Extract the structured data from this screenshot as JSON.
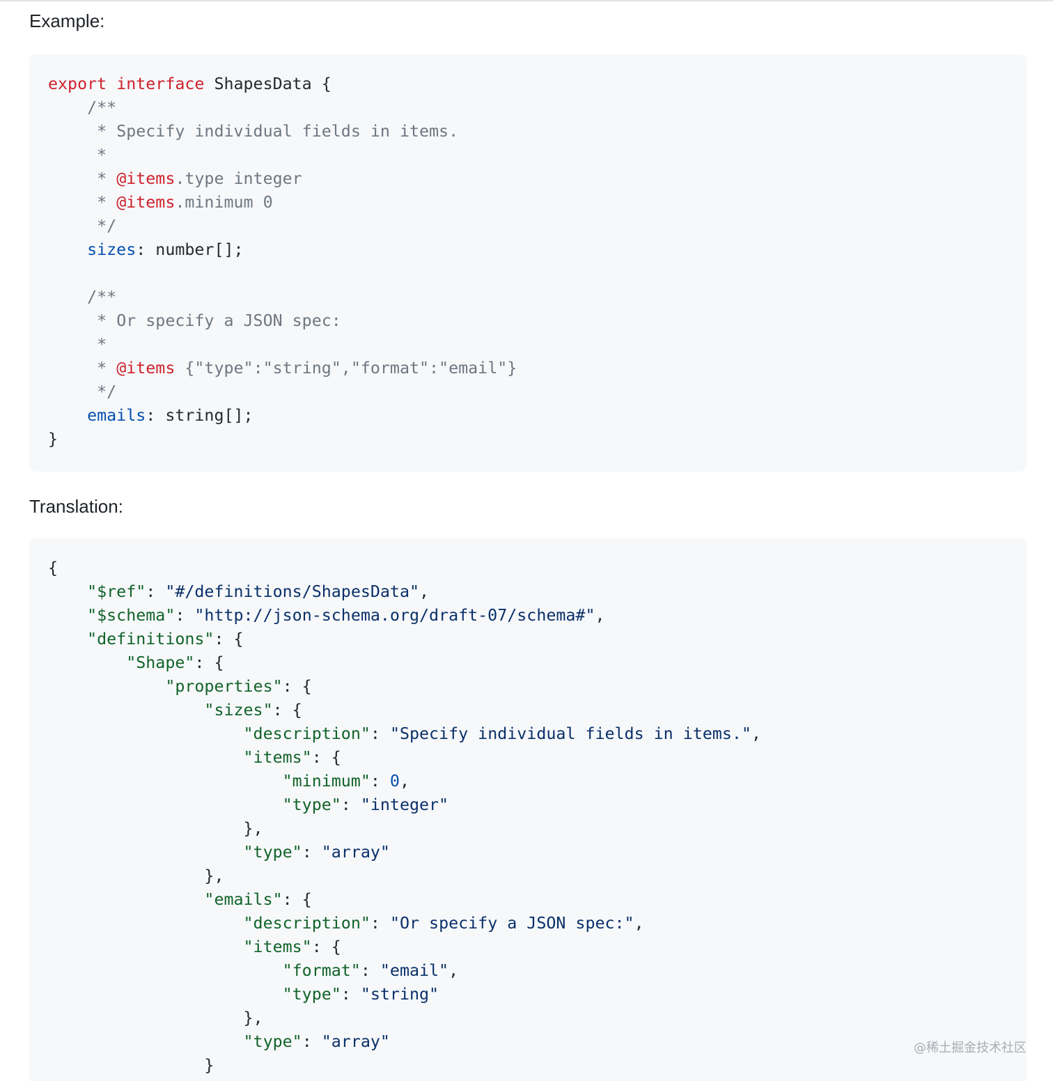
{
  "headings": {
    "example": "Example:",
    "translation": "Translation:"
  },
  "example_code": {
    "l1": {
      "kw1": "export",
      "kw2": "interface",
      "name": "ShapesData",
      "brace": "{"
    },
    "c1_open": "/**",
    "c1_desc": "* Specify individual fields in items.",
    "c1_blank": "*",
    "c1_tag1_star": "* ",
    "c1_tag1": "@items",
    "c1_tag1_rest": ".type integer",
    "c1_tag2_star": "* ",
    "c1_tag2": "@items",
    "c1_tag2_rest": ".minimum 0",
    "c1_close": "*/",
    "sizes_name": "sizes",
    "sizes_type": ": number[];",
    "c2_open": "/**",
    "c2_desc": "* Or specify a JSON spec:",
    "c2_blank": "*",
    "c2_tag_star": "* ",
    "c2_tag": "@items",
    "c2_tag_rest": " {\"type\":\"string\",\"format\":\"email\"}",
    "c2_close": "*/",
    "emails_name": "emails",
    "emails_type": ": string[];",
    "close": "}"
  },
  "translation_code": {
    "open": "{",
    "ref_key": "\"$ref\"",
    "ref_val": "\"#/definitions/ShapesData\"",
    "schema_key": "\"$schema\"",
    "schema_val": "\"http://json-schema.org/draft-07/schema#\"",
    "defs_key": "\"definitions\"",
    "shape_key": "\"Shape\"",
    "props_key": "\"properties\"",
    "sizes_key": "\"sizes\"",
    "desc_key": "\"description\"",
    "sizes_desc": "\"Specify individual fields in items.\"",
    "items_key": "\"items\"",
    "minimum_key": "\"minimum\"",
    "minimum_val": "0",
    "type_key": "\"type\"",
    "integer_val": "\"integer\"",
    "array_val": "\"array\"",
    "emails_key": "\"emails\"",
    "emails_desc": "\"Or specify a JSON spec:\"",
    "format_key": "\"format\"",
    "email_val": "\"email\"",
    "string_val": "\"string\"",
    "close_brace": "}"
  },
  "watermark": "@稀土掘金技术社区"
}
